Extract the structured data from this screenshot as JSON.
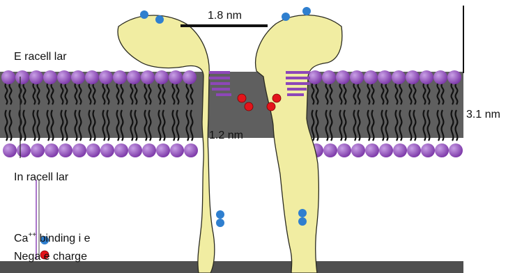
{
  "labels": {
    "pore_width": "1.8 nm",
    "pore_width_inner": "1.2 nm",
    "membrane_thickness": "3.1 nm",
    "extracellular": "Ε racell lar",
    "intracellular": "In racell lar",
    "legend_binding_prefix": "Ca",
    "legend_binding_sup": "++",
    "legend_binding_rest": " binding  i e",
    "legend_negative": "Nega  e charge"
  },
  "colors": {
    "protein": "#f1eda2",
    "protein_stroke": "#2a2a20",
    "lipid_head": "#8d47b8",
    "lipid_head_light": "#c9a0e6",
    "membrane_core": "#5f5f5f",
    "binding_site": "#2f7fcf",
    "negative_charge": "#e3141b"
  }
}
